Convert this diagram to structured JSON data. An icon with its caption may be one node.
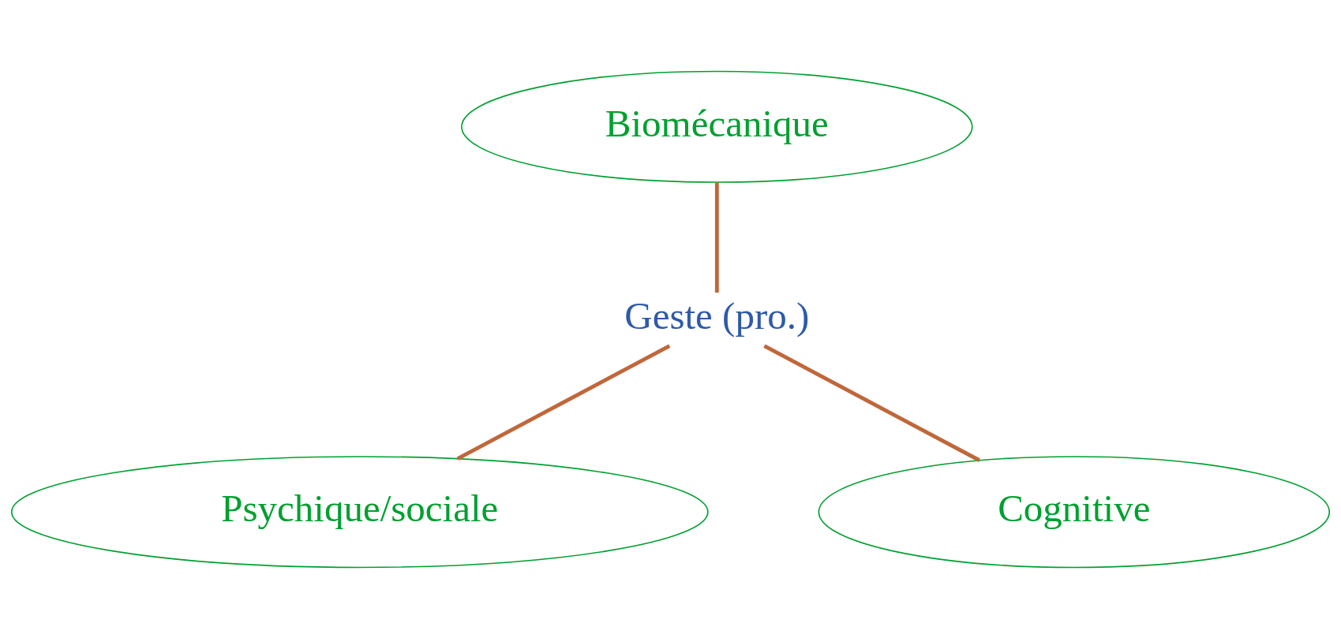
{
  "diagram": {
    "nodes": [
      {
        "text": [
          "Biomécanique"
        ]
      },
      {
        "text": [
          "Geste (pro.)"
        ]
      },
      {
        "text": [
          "Psychique/sociale"
        ]
      },
      {
        "text": [
          "Cognitive"
        ]
      }
    ],
    "edges": [
      {
        "from": 0,
        "to": 1,
        "arrow": "none"
      },
      {
        "from": 1,
        "to": 2,
        "arrow": "none"
      },
      {
        "from": 1,
        "to": 3,
        "arrow": "none"
      }
    ]
  }
}
